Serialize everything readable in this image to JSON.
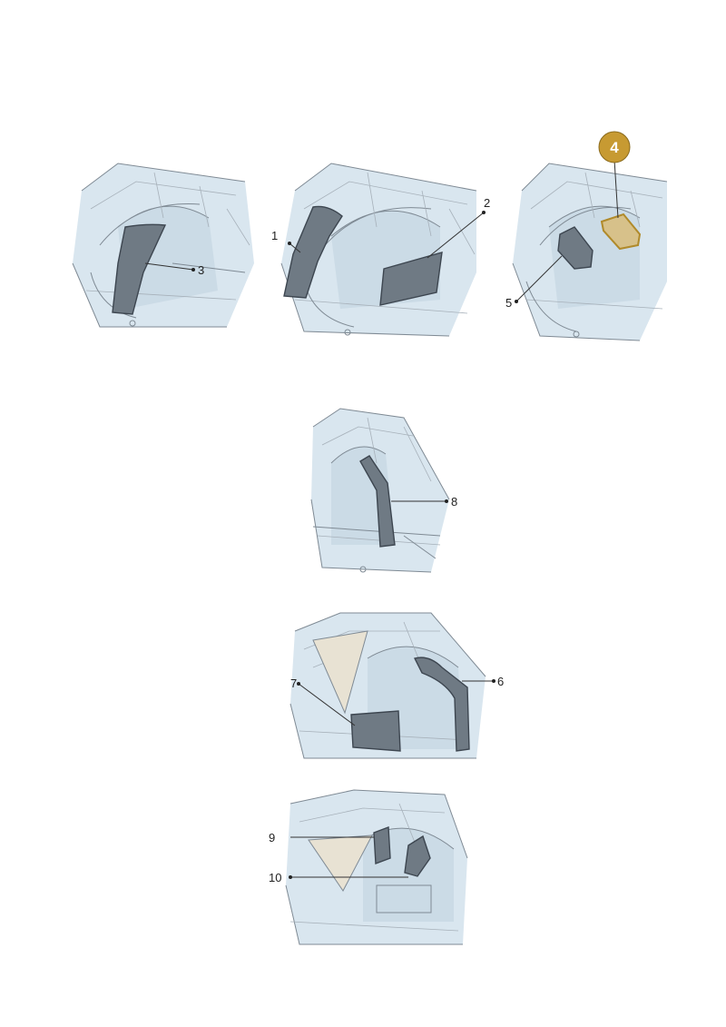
{
  "figure": {
    "panels": [
      {
        "id": "panel-1",
        "callouts": [
          "3"
        ]
      },
      {
        "id": "panel-2",
        "callouts": [
          "1",
          "2"
        ]
      },
      {
        "id": "panel-3",
        "callouts": [
          "4",
          "5"
        ],
        "highlighted": "4"
      },
      {
        "id": "panel-4",
        "callouts": [
          "8"
        ]
      },
      {
        "id": "panel-5",
        "callouts": [
          "7",
          "6"
        ]
      },
      {
        "id": "panel-6",
        "callouts": [
          "9",
          "10"
        ]
      }
    ],
    "colors": {
      "part_fill": "#6f7a84",
      "part_highlight": "#d7c18a",
      "badge": "#c79a32",
      "sketch_line": "#7f8a94",
      "shade": "#d9e6ef"
    }
  },
  "labels": {
    "p1": {
      "c3": "3"
    },
    "p2": {
      "c1": "1",
      "c2": "2"
    },
    "p3": {
      "c4": "4",
      "c5": "5"
    },
    "p4": {
      "c8": "8"
    },
    "p5": {
      "c7": "7",
      "c6": "6"
    },
    "p6": {
      "c9": "9",
      "c10": "10"
    }
  }
}
